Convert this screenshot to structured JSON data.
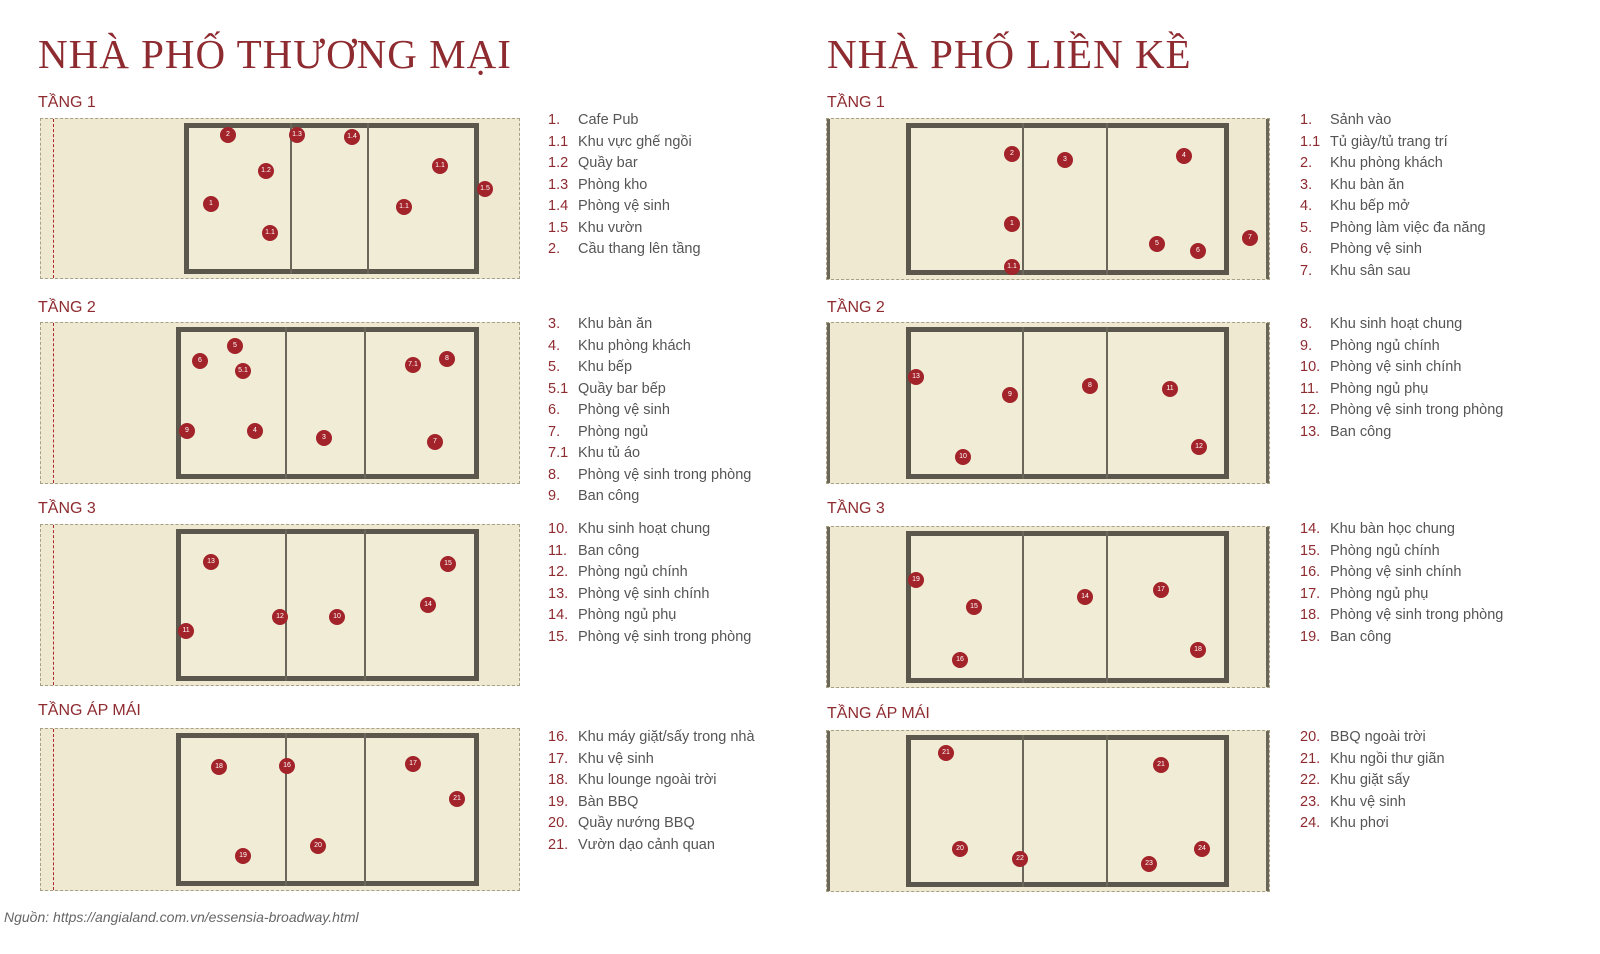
{
  "left": {
    "title": "NHÀ PHỐ THƯƠNG MẠI",
    "floors": [
      {
        "label": "TẦNG 1",
        "markers": [
          "2",
          "1.3",
          "1.4",
          "1.2",
          "1.1",
          "1",
          "1.5",
          "1.1",
          "1.1"
        ],
        "legend": [
          [
            "1.",
            "Cafe Pub"
          ],
          [
            "1.1",
            "Khu vực ghế ngồi"
          ],
          [
            "1.2",
            "Quầy bar"
          ],
          [
            "1.3",
            "Phòng kho"
          ],
          [
            "1.4",
            "Phòng vệ sinh"
          ],
          [
            "1.5",
            "Khu vườn"
          ],
          [
            "2.",
            "Cầu thang lên tầng"
          ]
        ]
      },
      {
        "label": "TẦNG 2",
        "markers": [
          "5",
          "6",
          "5.1",
          "7.1",
          "8",
          "9",
          "4",
          "3",
          "7"
        ],
        "legend": [
          [
            "3.",
            "Khu bàn ăn"
          ],
          [
            "4.",
            "Khu phòng khách"
          ],
          [
            "5.",
            "Khu bếp"
          ],
          [
            "5.1",
            "Quầy bar bếp"
          ],
          [
            "6.",
            "Phòng vệ sinh"
          ],
          [
            "7.",
            "Phòng ngủ"
          ],
          [
            "7.1",
            "Khu tủ áo"
          ],
          [
            "8.",
            "Phòng vệ sinh trong phòng"
          ],
          [
            "9.",
            "Ban công"
          ]
        ]
      },
      {
        "label": "TẦNG 3",
        "markers": [
          "13",
          "15",
          "12",
          "10",
          "14",
          "11"
        ],
        "legend": [
          [
            "10.",
            "Khu sinh hoạt chung"
          ],
          [
            "11.",
            "Ban công"
          ],
          [
            "12.",
            "Phòng ngủ chính"
          ],
          [
            "13.",
            "Phòng vệ sinh chính"
          ],
          [
            "14.",
            "Phòng ngủ phụ"
          ],
          [
            "15.",
            "Phòng vệ sinh trong phòng"
          ]
        ]
      },
      {
        "label": "TẦNG ÁP MÁI",
        "markers": [
          "18",
          "16",
          "17",
          "21",
          "20",
          "19"
        ],
        "legend": [
          [
            "16.",
            "Khu máy giặt/sấy trong nhà"
          ],
          [
            "17.",
            "Khu vệ sinh"
          ],
          [
            "18.",
            "Khu lounge ngoài trời"
          ],
          [
            "19.",
            "Bàn BBQ"
          ],
          [
            "20.",
            "Quầy nướng BBQ"
          ],
          [
            "21.",
            "Vườn dạo cảnh quan"
          ]
        ]
      }
    ]
  },
  "right": {
    "title": "NHÀ PHỐ LIỀN KỀ",
    "floors": [
      {
        "label": "TẦNG 1",
        "markers": [
          "2",
          "3",
          "4",
          "1",
          "5",
          "6",
          "7",
          "1.1"
        ],
        "legend": [
          [
            "1.",
            "Sảnh vào"
          ],
          [
            "1.1",
            "Tủ giày/tủ trang trí"
          ],
          [
            "2.",
            "Khu phòng khách"
          ],
          [
            "3.",
            "Khu bàn ăn"
          ],
          [
            "4.",
            "Khu bếp mở"
          ],
          [
            "5.",
            "Phòng làm việc đa năng"
          ],
          [
            "6.",
            "Phòng vệ sinh"
          ],
          [
            "7.",
            "Khu sân sau"
          ]
        ]
      },
      {
        "label": "TẦNG 2",
        "markers": [
          "13",
          "9",
          "8",
          "11",
          "10",
          "12"
        ],
        "legend": [
          [
            "8.",
            "Khu sinh hoạt chung"
          ],
          [
            "9.",
            "Phòng ngủ chính"
          ],
          [
            "10.",
            "Phòng vệ sinh chính"
          ],
          [
            "11.",
            "Phòng ngủ phụ"
          ],
          [
            "12.",
            "Phòng vệ sinh trong phòng"
          ],
          [
            "13.",
            "Ban công"
          ]
        ]
      },
      {
        "label": "TẦNG 3",
        "markers": [
          "19",
          "15",
          "14",
          "17",
          "16",
          "18"
        ],
        "legend": [
          [
            "14.",
            "Khu bàn học chung"
          ],
          [
            "15.",
            "Phòng ngủ chính"
          ],
          [
            "16.",
            "Phòng vệ sinh chính"
          ],
          [
            "17.",
            "Phòng ngủ phụ"
          ],
          [
            "18.",
            "Phòng vệ sinh trong phòng"
          ],
          [
            "19.",
            "Ban công"
          ]
        ]
      },
      {
        "label": "TẦNG ÁP MÁI",
        "markers": [
          "21",
          "21",
          "20",
          "22",
          "23",
          "24"
        ],
        "legend": [
          [
            "20.",
            "BBQ ngoài trời"
          ],
          [
            "21.",
            "Khu ngồi thư giãn"
          ],
          [
            "22.",
            "Khu giặt sấy"
          ],
          [
            "23.",
            "Khu vệ sinh"
          ],
          [
            "24.",
            "Khu phơi"
          ]
        ]
      }
    ]
  },
  "source": "Nguồn: https://angialand.com.vn/essensia-broadway.html",
  "colors": {
    "accent": "#8e2b30",
    "marker": "#a3232a",
    "plan_bg": "#efe9d2"
  }
}
